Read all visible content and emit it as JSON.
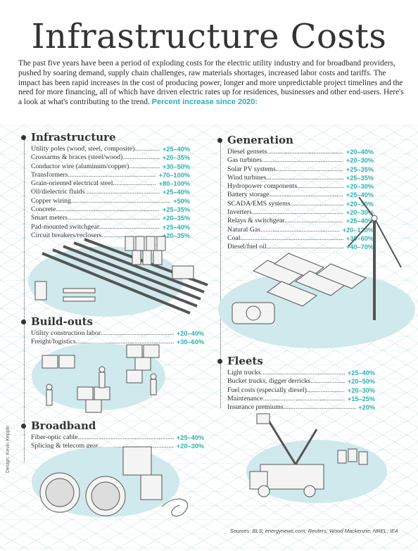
{
  "title": "Infrastructure Costs",
  "intro": "The past five years have been a period of exploding costs for the electric utility industry and for broadband providers, pushed by soaring demand, supply chain challenges, raw materials shortages, increased labor costs and tariffs. The impact has been rapid increases in the cost of producing power, longer and more unpredictable project timelines and the need for more financing, all of which have driven electric rates up for residences, businesses and other end-users. Here's a look at what's contributing to the trend.",
  "intro_accent": "Percent increase since 2020:",
  "sections": {
    "infrastructure": {
      "heading": "Infrastructure",
      "items": [
        {
          "label": "Utility poles (wood, steel, composite)",
          "pct": "+25–40%"
        },
        {
          "label": "Crossarms & braces (steel/wood)",
          "pct": "+20–35%"
        },
        {
          "label": "Conductor wire (aluminum/copper)",
          "pct": "+30–50%"
        },
        {
          "label": "Transformers",
          "pct": "+70–100%"
        },
        {
          "label": "Grain-oriented electrical steel",
          "pct": "+80–100%"
        },
        {
          "label": "Oil/dielectric fluids",
          "pct": "+25–40%"
        },
        {
          "label": "Copper wiring",
          "pct": "+50%"
        },
        {
          "label": "Concrete",
          "pct": "+25–35%"
        },
        {
          "label": "Smart meters",
          "pct": "+20–35%"
        },
        {
          "label": "Pad-mounted switchgear",
          "pct": "+25–40%"
        },
        {
          "label": "Circuit breakers/reclosers",
          "pct": "+20–35%"
        }
      ]
    },
    "generation": {
      "heading": "Generation",
      "items": [
        {
          "label": "Diesel gensets",
          "pct": "+20–40%"
        },
        {
          "label": "Gas turbines",
          "pct": "+20–30%"
        },
        {
          "label": "Solar PV systems",
          "pct": "+25–35%"
        },
        {
          "label": "Wind turbines",
          "pct": "+25–35%"
        },
        {
          "label": "Hydropower components",
          "pct": "+20–30%"
        },
        {
          "label": "Battery storage",
          "pct": "+25–40%"
        },
        {
          "label": "SCADA/EMS systems",
          "pct": "+20–30%"
        },
        {
          "label": "Inverters",
          "pct": "+20–30%"
        },
        {
          "label": "Relays & switchgear",
          "pct": "+25–40%"
        },
        {
          "label": "Natural Gas",
          "pct": "+20–120%"
        },
        {
          "label": "Coal",
          "pct": "+30–60%"
        },
        {
          "label": "Diesel/fuel oil",
          "pct": "+40–70%"
        }
      ]
    },
    "buildouts": {
      "heading": "Build-outs",
      "items": [
        {
          "label": "Utility construction labor",
          "pct": "+20–40%"
        },
        {
          "label": "Freight/logistics",
          "pct": "+30–60%"
        }
      ]
    },
    "broadband": {
      "heading": "Broadband",
      "items": [
        {
          "label": "Fiber-optic cable",
          "pct": "+25–40%"
        },
        {
          "label": "Splicing & telecom gear",
          "pct": "+20–30%"
        }
      ]
    },
    "fleets": {
      "heading": "Fleets",
      "items": [
        {
          "label": "Light trucks",
          "pct": "+25–40%"
        },
        {
          "label": "Bucket trucks, digger derricks",
          "pct": "+20–50%"
        },
        {
          "label": "Fuel costs (especially diesel)",
          "pct": "+20–30%"
        },
        {
          "label": "Maintenance",
          "pct": "+15–25%"
        },
        {
          "label": "Insurance premiums",
          "pct": "+20%"
        }
      ]
    }
  },
  "credit": "Design: Kevin Kepple",
  "sources": "Sources: BLS; energynews.com; Reuters; Wood Mackenzie; NREL; IEA",
  "colors": {
    "accent": "#2bb1b3",
    "blob": "#cfe9ec",
    "text": "#333333"
  }
}
